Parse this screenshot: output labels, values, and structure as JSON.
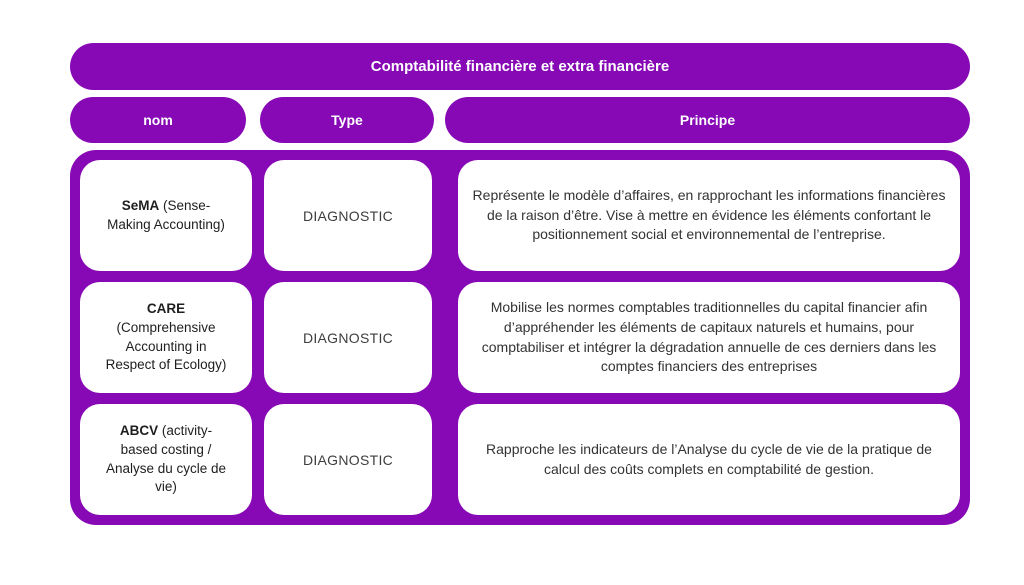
{
  "theme": {
    "purple": "#8609B5",
    "cell-bg": "#ffffff",
    "page-bg": "#ffffff",
    "header-text": "#ffffff",
    "name-text": "#1e1e1e",
    "type-text": "#3d3d3d",
    "principle-text": "#333333"
  },
  "table": {
    "title": "Comptabilité financière et extra financière",
    "columns": [
      "nom",
      "Type",
      "Principe"
    ],
    "rows": [
      {
        "name_bold": "SeMA",
        "name_rest": " (Sense-\nMaking Accounting)",
        "type": "DIAGNOSTIC",
        "principle": "Représente le modèle d’affaires, en rapprochant les informations financières de la raison d’être. Vise à mettre en évidence les éléments confortant le positionnement social et environnemental de l’entreprise."
      },
      {
        "name_bold": "CARE",
        "name_rest": "\n(Comprehensive\nAccounting in\nRespect of Ecology)",
        "type": "DIAGNOSTIC",
        "principle": "Mobilise les normes comptables traditionnelles du capital financier afin d’appréhender les éléments de capitaux naturels et humains, pour comptabiliser et intégrer la dégradation annuelle de ces derniers dans les comptes financiers des entreprises"
      },
      {
        "name_bold": "ABCV",
        "name_rest": " (activity-\nbased costing /\nAnalyse du cycle de\nvie)",
        "type": "DIAGNOSTIC",
        "principle": "Rapproche les indicateurs de l’Analyse du cycle de vie de la pratique de calcul des coûts complets en comptabilité de gestion."
      }
    ]
  }
}
